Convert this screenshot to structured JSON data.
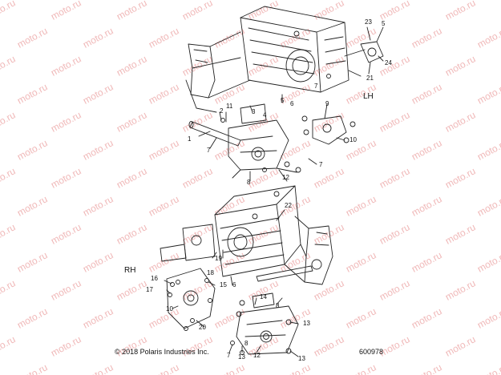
{
  "watermark": "moto.ru",
  "side_labels": {
    "left_hand": "LH",
    "right_hand": "RH"
  },
  "footer": {
    "copyright": "© 2018 Polaris Industries Inc.",
    "figure_number": "600978"
  },
  "callouts": {
    "c1": "1",
    "c2": "2",
    "c3": "3",
    "c4": "4",
    "c5": "5",
    "c6": "6",
    "c7": "7",
    "c8": "8",
    "c9": "9",
    "c10": "10",
    "c11": "11",
    "c12": "12",
    "c13": "13",
    "c14": "14",
    "c15": "15",
    "c16": "16",
    "c17": "17",
    "c18": "18",
    "c19": "19",
    "c20": "20",
    "c21": "21",
    "c22": "22",
    "c23": "23",
    "c24": "24"
  }
}
